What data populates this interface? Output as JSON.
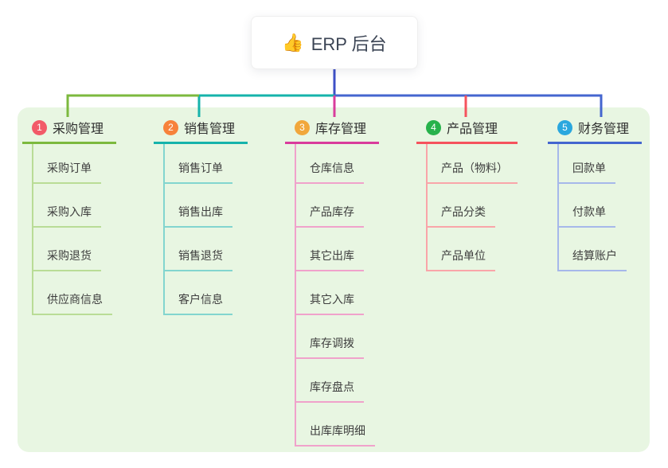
{
  "root": {
    "icon": "👍",
    "icon_name": "thumbs-up-icon",
    "label": "ERP 后台"
  },
  "connector": {
    "root_line_color": "#3e50c7"
  },
  "panel_color": "#e8f6e2",
  "branches": [
    {
      "badge": "1",
      "label": "采购管理",
      "colors": {
        "badge": "#f25a68",
        "line": "#7cb93e",
        "child_line": "#b9dc96"
      },
      "children": [
        "采购订单",
        "采购入库",
        "采购退货",
        "供应商信息"
      ]
    },
    {
      "badge": "2",
      "label": "销售管理",
      "colors": {
        "badge": "#f7823b",
        "line": "#16b3ab",
        "child_line": "#82d5cf"
      },
      "children": [
        "销售订单",
        "销售出库",
        "销售退货",
        "客户信息"
      ]
    },
    {
      "badge": "3",
      "label": "库存管理",
      "colors": {
        "badge": "#f1a73b",
        "line": "#d93c9c",
        "child_line": "#f0a2cb"
      },
      "children": [
        "仓库信息",
        "产品库存",
        "其它出库",
        "其它入库",
        "库存调拨",
        "库存盘点",
        "出库库明细"
      ]
    },
    {
      "badge": "4",
      "label": "产品管理",
      "colors": {
        "badge": "#27b24b",
        "line": "#f5535d",
        "child_line": "#f9a5a9"
      },
      "children": [
        "产品（物料）",
        "产品分类",
        "产品单位"
      ]
    },
    {
      "badge": "5",
      "label": "财务管理",
      "colors": {
        "badge": "#2aa7de",
        "line": "#4466cf",
        "child_line": "#a6b8ea"
      },
      "children": [
        "回款单",
        "付款单",
        "结算账户"
      ]
    }
  ]
}
